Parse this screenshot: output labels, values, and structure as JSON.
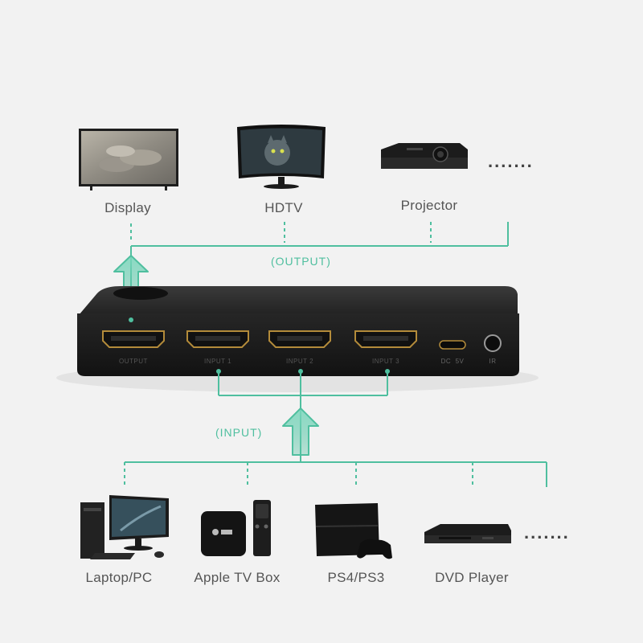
{
  "outputs": {
    "label": "(OUTPUT)",
    "devices": [
      {
        "name": "Display",
        "icon": "tv-icon"
      },
      {
        "name": "HDTV",
        "icon": "monitor-icon"
      },
      {
        "name": "Projector",
        "icon": "projector-icon"
      }
    ],
    "more": "......."
  },
  "switch": {
    "ports": [
      "OUTPUT",
      "INPUT 1",
      "INPUT 2",
      "INPUT 3"
    ],
    "dc_label": "DC  5V",
    "ir_label": "IR"
  },
  "inputs": {
    "label": "(INPUT)",
    "devices": [
      {
        "name": "Laptop/PC",
        "icon": "computer-icon"
      },
      {
        "name": "Apple TV Box",
        "icon": "apple-tv-icon"
      },
      {
        "name": "PS4/PS3",
        "icon": "game-console-icon"
      },
      {
        "name": "DVD Player",
        "icon": "dvd-player-icon"
      }
    ],
    "more": "......."
  },
  "colors": {
    "accent": "#4fbf9f",
    "device": "#1b1b1b",
    "background": "#f2f2f2"
  }
}
